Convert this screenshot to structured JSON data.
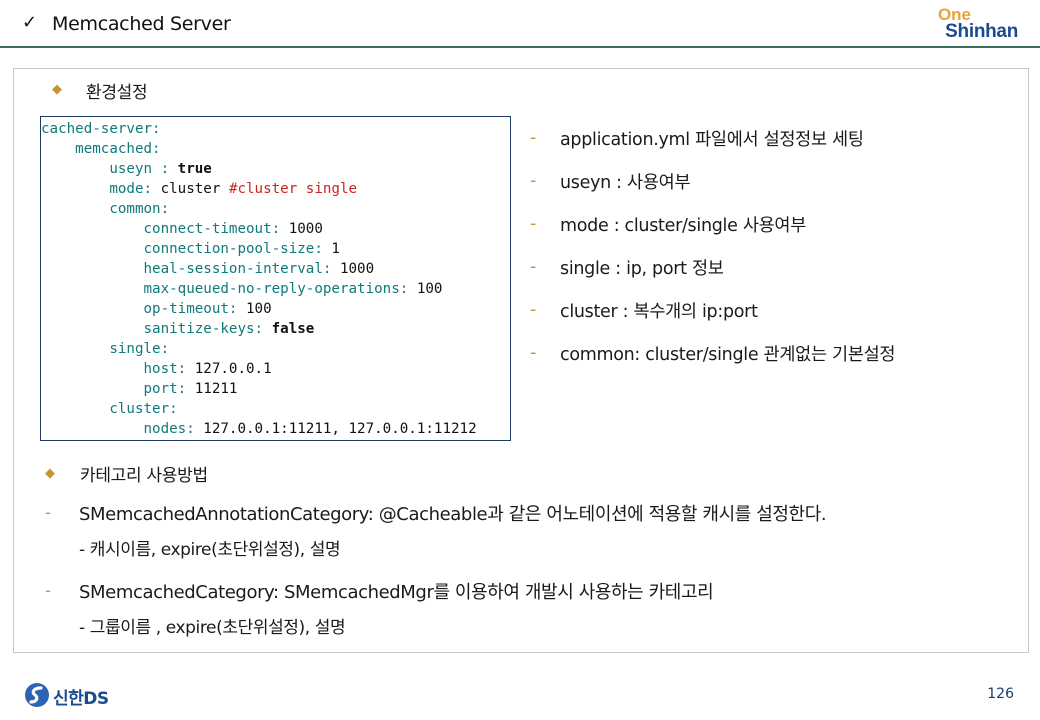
{
  "header": {
    "check": "✓",
    "title": "Memcached Server",
    "logo_one": "One",
    "logo_shinhan": "Shinhan"
  },
  "section1": {
    "bullet": "◆",
    "title": "환경설정"
  },
  "code_lines": [
    [
      {
        "t": "cached-server:",
        "c": "k"
      }
    ],
    [
      {
        "t": "    memcached:",
        "c": "k"
      }
    ],
    [
      {
        "t": "        useyn : ",
        "c": "k"
      },
      {
        "t": "true",
        "c": "b"
      }
    ],
    [
      {
        "t": "        mode: ",
        "c": "k"
      },
      {
        "t": "cluster ",
        "c": "v"
      },
      {
        "t": "#cluster single",
        "c": "c"
      }
    ],
    [
      {
        "t": "        common:",
        "c": "k"
      }
    ],
    [
      {
        "t": "            connect-timeout: ",
        "c": "k"
      },
      {
        "t": "1000",
        "c": "v"
      }
    ],
    [
      {
        "t": "            connection-pool-size: ",
        "c": "k"
      },
      {
        "t": "1",
        "c": "v"
      }
    ],
    [
      {
        "t": "            heal-session-interval: ",
        "c": "k"
      },
      {
        "t": "1000",
        "c": "v"
      }
    ],
    [
      {
        "t": "            max-queued-no-reply-operations: ",
        "c": "k"
      },
      {
        "t": "100",
        "c": "v"
      }
    ],
    [
      {
        "t": "            op-timeout: ",
        "c": "k"
      },
      {
        "t": "100",
        "c": "v"
      }
    ],
    [
      {
        "t": "            sanitize-keys: ",
        "c": "k"
      },
      {
        "t": "false",
        "c": "b"
      }
    ],
    [
      {
        "t": "        single:",
        "c": "k"
      }
    ],
    [
      {
        "t": "            host: ",
        "c": "k"
      },
      {
        "t": "127.0.0.1",
        "c": "v"
      }
    ],
    [
      {
        "t": "            port: ",
        "c": "k"
      },
      {
        "t": "11211",
        "c": "v"
      }
    ],
    [
      {
        "t": "        cluster:",
        "c": "k"
      }
    ],
    [
      {
        "t": "            nodes: ",
        "c": "k"
      },
      {
        "t": "127.0.0.1:11211, 127.0.0.1:11212",
        "c": "v"
      }
    ]
  ],
  "descriptions": {
    "dash": "-",
    "items": [
      "application.yml 파일에서 설정정보 세팅",
      "useyn : 사용여부",
      "mode : cluster/single 사용여부",
      "single : ip, port 정보",
      "cluster : 복수개의 ip:port",
      "common: cluster/single 관계없는 기본설정"
    ]
  },
  "section2": {
    "bullet": "◆",
    "title": "카테고리 사용방법"
  },
  "usage": {
    "dash": "-",
    "items": [
      {
        "text": "SMemcachedAnnotationCategory: @Cacheable과 같은 어노테이션에 적용할 캐시를 설정한다.",
        "sub": "- 캐시이름, expire(초단위설정), 설명"
      },
      {
        "text": "SMemcachedCategory: SMemcachedMgr를 이용하여 개발시 사용하는 카테고리",
        "sub": "- 그룹이름 , expire(초단위설정), 설명"
      }
    ]
  },
  "footer": {
    "logo_text": "신한DS",
    "page_number": "126"
  },
  "colors": {
    "accent_line": "#3c6d5e",
    "bullet": "#c9952f",
    "code_key": "#0f7a7a",
    "code_comment": "#cc2222",
    "brand_blue": "#1b4b8f",
    "brand_orange": "#e8a33d"
  }
}
